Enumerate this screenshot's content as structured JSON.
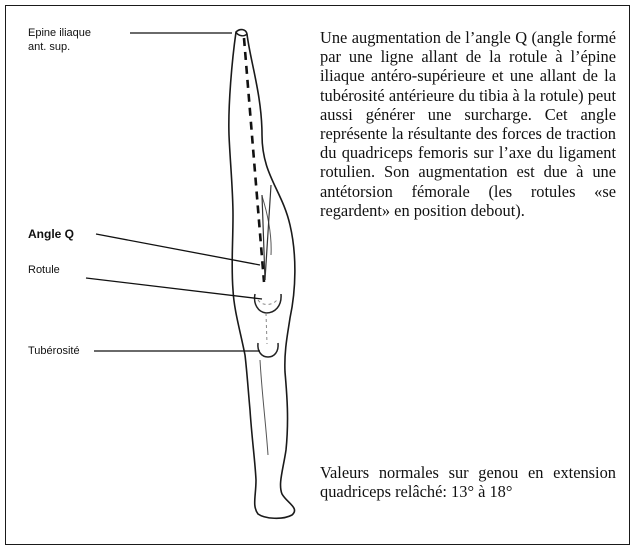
{
  "figure": {
    "labels": {
      "spine": "Epine iliaque\nant. sup.",
      "angle_q": "Angle Q",
      "rotule": "Rotule",
      "tuberosite": "Tubérosité"
    }
  },
  "text": {
    "paragraph": "Une augmentation de l’angle Q (angle formé par une ligne allant de la rotule à l’épine iliaque antéro-supérieure et une allant de la tubérosité antérieure du tibia à la rotule) peut aussi générer une surcharge. Cet angle représente la résultante des forces de traction du quadriceps femoris sur l’axe du ligament rotulien. Son augmentation est due à une antétorsion fémorale (les rotules «se regardent» en position debout).",
    "normal_values": "Valeurs normales sur genou en extension quadriceps relâché: 13° à 18°"
  }
}
